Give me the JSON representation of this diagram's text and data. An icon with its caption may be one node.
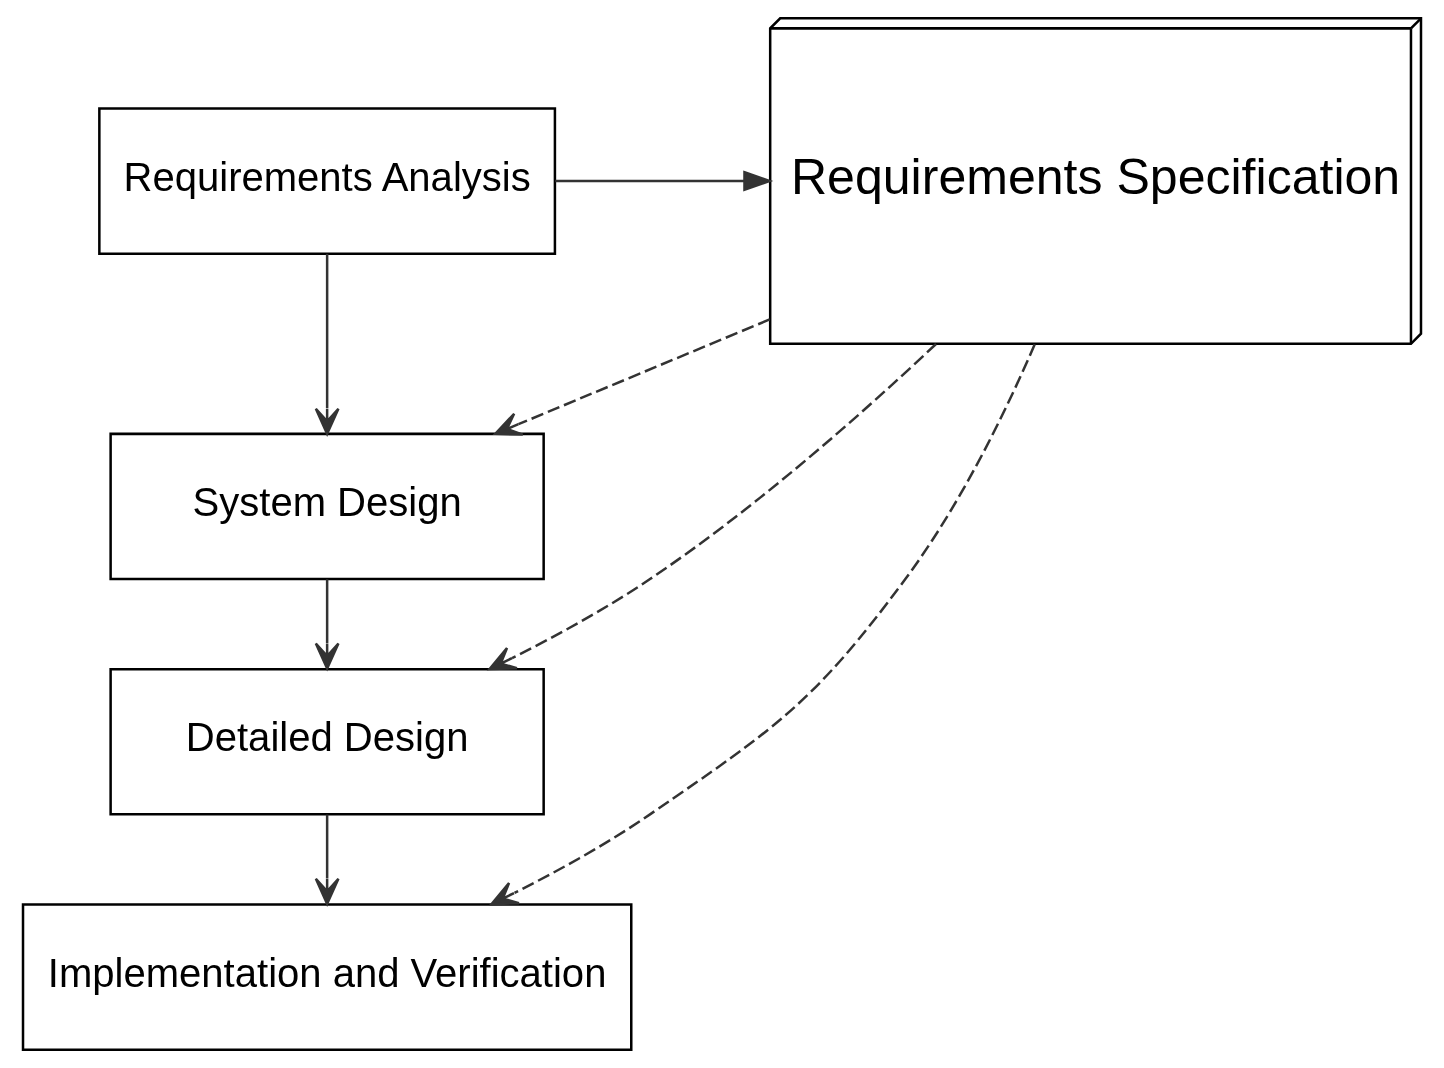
{
  "diagram": {
    "nodes": [
      {
        "text": [
          "Requirements Analysis"
        ]
      },
      {
        "text": [
          "System Design"
        ]
      },
      {
        "text": [
          "Detailed Design"
        ]
      },
      {
        "text": [
          "Implementation and Verification"
        ]
      },
      {
        "text": [
          "Requirements Specification"
        ]
      }
    ],
    "edges": [
      {
        "from": 0,
        "to": 4,
        "arrow": "to"
      },
      {
        "from": 0,
        "to": 1,
        "arrow": "to"
      },
      {
        "from": 1,
        "to": 2,
        "arrow": "to"
      },
      {
        "from": 2,
        "to": 3,
        "arrow": "to"
      },
      {
        "from": 4,
        "to": 1,
        "arrow": "to",
        "style": "dashed"
      },
      {
        "from": 4,
        "to": 2,
        "arrow": "to",
        "style": "dashed"
      },
      {
        "from": 4,
        "to": 3,
        "arrow": "to",
        "style": "dashed"
      }
    ]
  }
}
